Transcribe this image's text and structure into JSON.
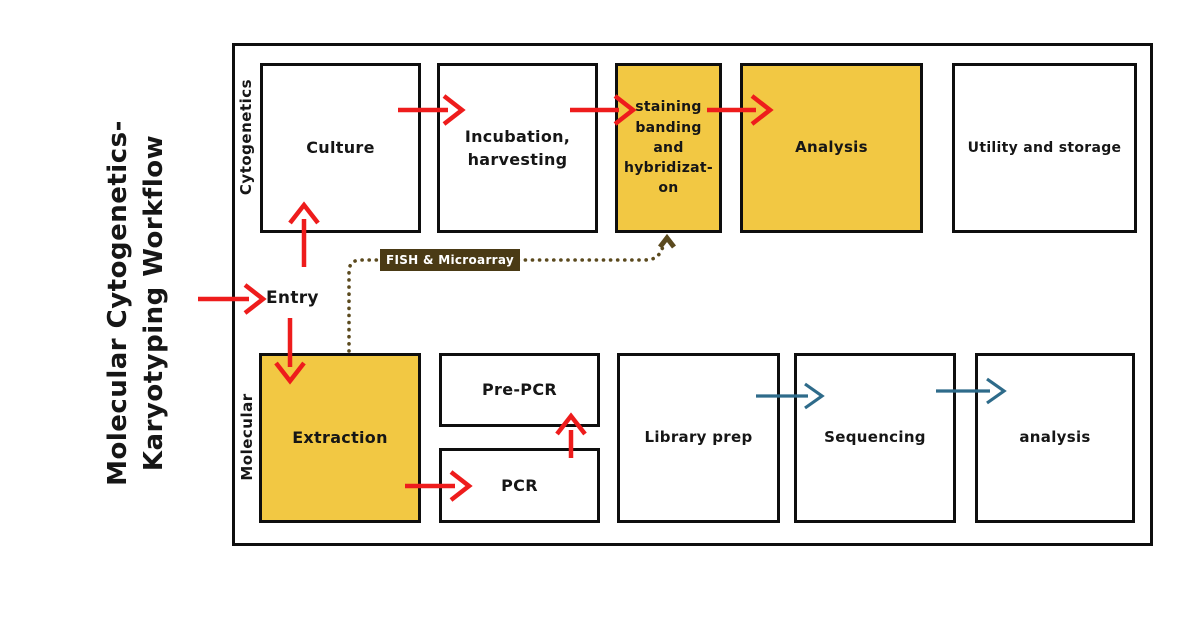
{
  "title": {
    "line1": "Molecular Cytogenetics-",
    "line2": "Karyotyping Workflow"
  },
  "rows": {
    "cytogenetics": "Cytogenetics",
    "molecular": "Molecular"
  },
  "entry_label": "Entry",
  "fish_label": "FISH & Microarray",
  "boxes": {
    "culture": "Culture",
    "incubation": "Incubation,\nharvesting",
    "staining": "staining\nbanding\nand\nhybridizat-\non",
    "analysis_cyto": "Analysis",
    "utility": "Utility and storage",
    "extraction": "Extraction",
    "pre_pcr": "Pre-PCR",
    "pcr": "PCR",
    "library_prep": "Library prep",
    "sequencing": "Sequencing",
    "analysis_mol": "analysis"
  },
  "edges": [
    {
      "from": "outside",
      "to": "entry",
      "style": "red-solid"
    },
    {
      "from": "entry",
      "to": "culture",
      "style": "red-solid"
    },
    {
      "from": "culture",
      "to": "incubation-harvesting",
      "style": "red-solid"
    },
    {
      "from": "incubation-harvesting",
      "to": "staining-banding-hybridization",
      "style": "red-solid"
    },
    {
      "from": "staining-banding-hybridization",
      "to": "analysis-cytogenetics",
      "style": "red-solid"
    },
    {
      "from": "entry",
      "to": "extraction",
      "style": "red-solid"
    },
    {
      "from": "extraction",
      "to": "pcr",
      "style": "red-solid"
    },
    {
      "from": "pcr",
      "to": "pre-pcr",
      "style": "red-solid"
    },
    {
      "from": "library-prep",
      "to": "sequencing",
      "style": "teal-solid"
    },
    {
      "from": "sequencing",
      "to": "analysis-molecular",
      "style": "teal-solid"
    },
    {
      "from": "extraction",
      "to": "staining-banding-hybridization",
      "style": "dotted-olive",
      "label": "FISH & Microarray"
    }
  ],
  "colors": {
    "accent_yellow": "#F2C843",
    "arrow_red": "#EE1C1C",
    "arrow_teal": "#2E6B8A",
    "fish_brown": "#4A3A15",
    "dotted_olive": "#5B4A1E",
    "border_black": "#0E0E0E",
    "text_black": "#161616",
    "background": "#FFFFFF"
  }
}
